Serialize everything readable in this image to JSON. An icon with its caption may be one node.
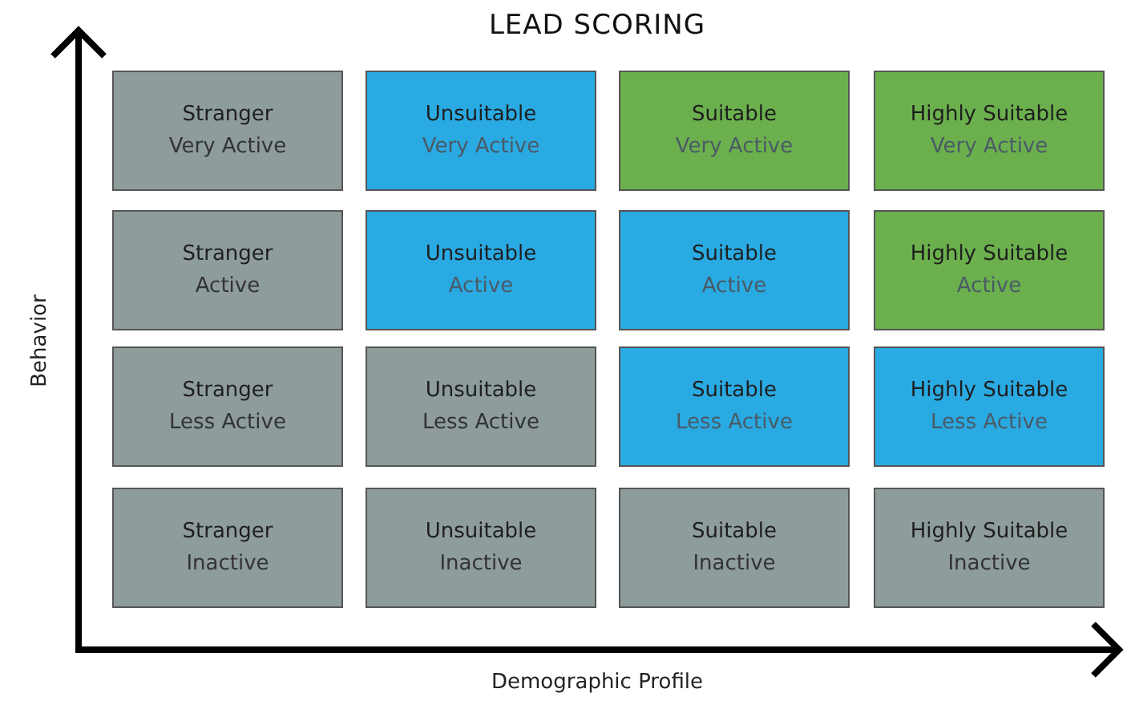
{
  "diagram": {
    "title": "LEAD SCORING",
    "nodes": [
      {
        "text": [
          "Stranger",
          "Very Active"
        ]
      },
      {
        "text": [
          "Unsuitable",
          "Very Active"
        ]
      },
      {
        "text": [
          "Suitable",
          "Very Active"
        ]
      },
      {
        "text": [
          "Highly Suitable",
          "Very Active"
        ]
      },
      {
        "text": [
          "Stranger",
          "Active"
        ]
      },
      {
        "text": [
          "Unsuitable",
          "Active"
        ]
      },
      {
        "text": [
          "Suitable",
          "Active"
        ]
      },
      {
        "text": [
          "Highly Suitable",
          "Active"
        ]
      },
      {
        "text": [
          "Stranger",
          "Less Active"
        ]
      },
      {
        "text": [
          "Unsuitable",
          "Less Active"
        ]
      },
      {
        "text": [
          "Suitable",
          "Less Active"
        ]
      },
      {
        "text": [
          "Highly Suitable",
          "Less Active"
        ]
      },
      {
        "text": [
          "Stranger",
          "Inactive"
        ]
      },
      {
        "text": [
          "Unsuitable",
          "Inactive"
        ]
      },
      {
        "text": [
          "Suitable",
          "Inactive"
        ]
      },
      {
        "text": [
          "Highly Suitable",
          "Inactive"
        ]
      }
    ],
    "labels": [
      "Behavior",
      "Demographic Profile"
    ]
  }
}
